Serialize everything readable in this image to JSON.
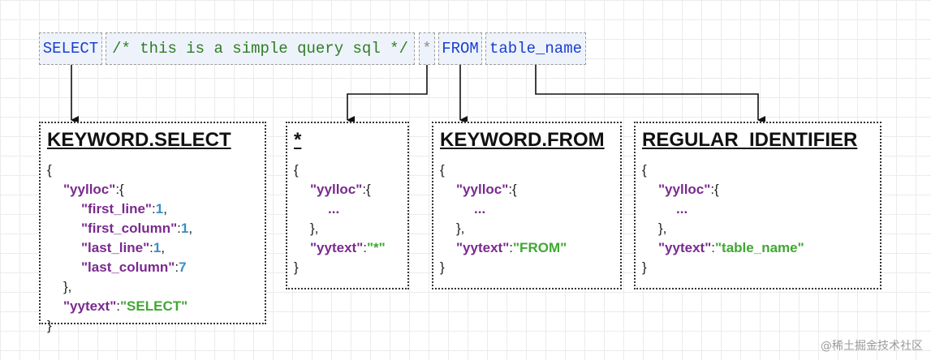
{
  "tokens": {
    "select": "SELECT",
    "comment": "/* this is a simple query sql */",
    "star": "*",
    "from": "FROM",
    "table_name": "table_name"
  },
  "boxes": {
    "select": {
      "title": "KEYWORD.SELECT",
      "open_brace": "{",
      "yylloc_key": "\"yylloc\"",
      "yylloc_open": ":{",
      "first_line_key": "\"first_line\"",
      "first_line_val": "1",
      "first_column_key": "\"first_column\"",
      "first_column_val": "1",
      "last_line_key": "\"last_line\"",
      "last_line_val": "1",
      "last_column_key": "\"last_column\"",
      "last_column_val": "7",
      "yylloc_close": "},",
      "yytext_key": "\"yytext\"",
      "yytext_val": "\"SELECT\"",
      "close_brace": "}"
    },
    "star": {
      "title": "*",
      "open_brace": "{",
      "yylloc_key": "\"yylloc\"",
      "yylloc_open": ":{",
      "ellipsis": "...",
      "yylloc_close": "},",
      "yytext_key": "\"yytext\"",
      "yytext_val": "\"*\"",
      "close_brace": "}"
    },
    "from": {
      "title": "KEYWORD.FROM",
      "open_brace": "{",
      "yylloc_key": "\"yylloc\"",
      "yylloc_open": ":{",
      "ellipsis": "...",
      "yylloc_close": "},",
      "yytext_key": "\"yytext\"",
      "yytext_val": "\"FROM\"",
      "close_brace": "}"
    },
    "ident": {
      "title": "REGULAR_IDENTIFIER",
      "open_brace": "{",
      "yylloc_key": "\"yylloc\"",
      "yylloc_open": ":{",
      "ellipsis": "...",
      "yylloc_close": "},",
      "yytext_key": "\"yytext\"",
      "yytext_val": "\"table_name\"",
      "close_brace": "}"
    }
  },
  "watermark": "@稀土掘金技术社区",
  "colors": {
    "keyword": "#1a3fd0",
    "comment": "#2f7d25",
    "json_key": "#7a2a8e",
    "json_number": "#3a8ec7",
    "json_string": "#3fa832"
  }
}
